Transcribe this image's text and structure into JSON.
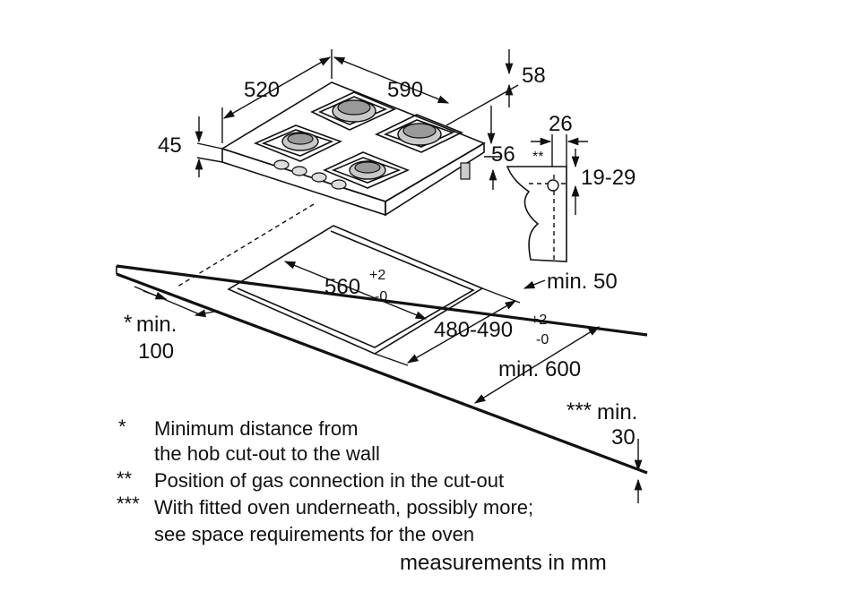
{
  "dimensions": {
    "hob_depth": "520",
    "hob_width": "590",
    "top_offset": "58",
    "height": "45",
    "right_height": "56",
    "gas_offset": "26",
    "gas_marker": "**",
    "gas_height_range": "19-29",
    "min_front": "min. 50",
    "cutout_width": "560",
    "cutout_width_tol_plus": "+2",
    "cutout_width_tol_minus": "-0",
    "cutout_depth": "480-490",
    "cutout_depth_tol_plus": "+2",
    "cutout_depth_tol_minus": "-0",
    "min_depth": "min. 600",
    "wall_marker": "*",
    "wall_min": "min.",
    "wall_value": "100",
    "oven_marker": "***",
    "oven_min": "min.",
    "oven_value": "30"
  },
  "notes": [
    {
      "marker": "*",
      "lines": [
        "Minimum distance from",
        "the hob cut-out to the wall"
      ]
    },
    {
      "marker": "**",
      "lines": [
        "Position of gas connection in the cut-out"
      ]
    },
    {
      "marker": "***",
      "lines": [
        "With fitted oven underneath, possibly more;",
        "see space requirements for the oven"
      ]
    }
  ],
  "units_caption": "measurements in mm"
}
